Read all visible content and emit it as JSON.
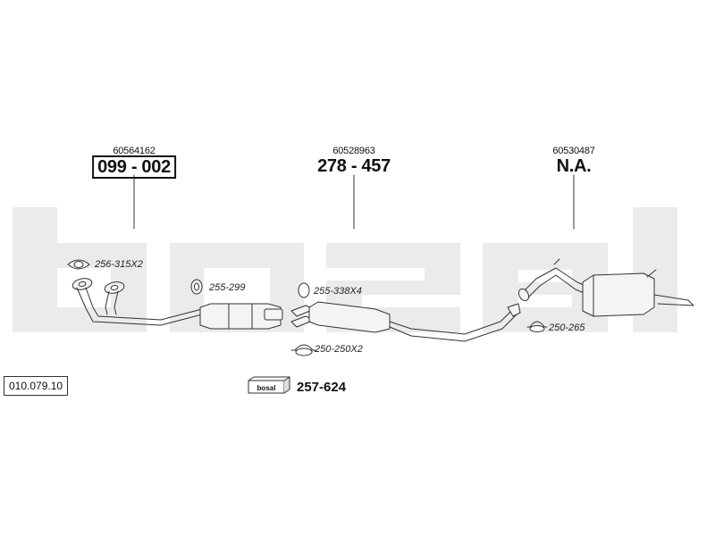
{
  "parts": [
    {
      "oe": "60564162",
      "number": "099 - 002",
      "boxed": true
    },
    {
      "oe": "60528963",
      "number": "278 - 457",
      "boxed": false
    },
    {
      "oe": "60530487",
      "number": "N.A.",
      "boxed": false
    }
  ],
  "small_parts": {
    "gasket_front": "256-315X2",
    "ring_mid": "255-299",
    "clamp_mid": "255-338X4",
    "clamp_lower": "250-250X2",
    "clamp_rear": "250-265"
  },
  "kit": {
    "logo": "bosal",
    "number": "257-624"
  },
  "ref_number": "010.079.10",
  "watermark": "bosal",
  "colors": {
    "watermark": "#ebebeb",
    "line": "#333333",
    "fill": "#f4f4f4"
  }
}
